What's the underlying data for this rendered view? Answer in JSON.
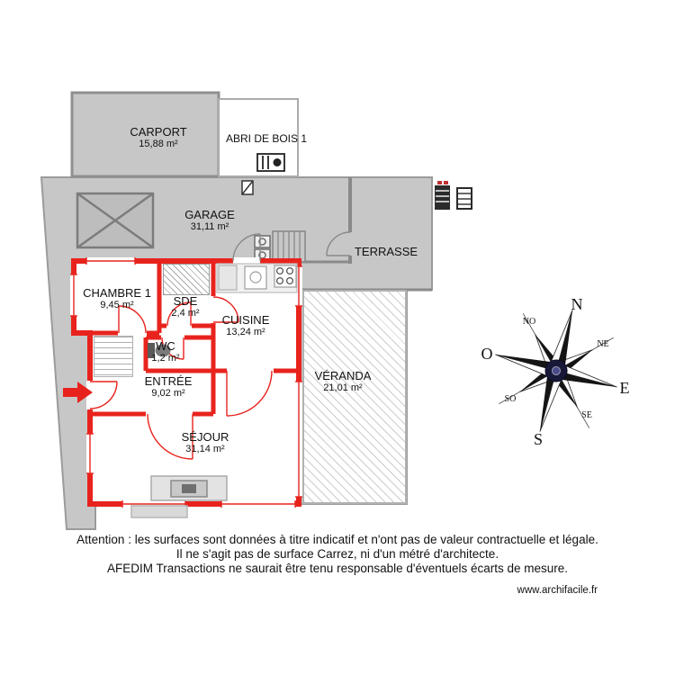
{
  "plan": {
    "rooms": [
      {
        "name": "CARPORT",
        "area": "15,88 m²"
      },
      {
        "name": "ABRI DE BOIS 1",
        "area": ""
      },
      {
        "name": "GARAGE",
        "area": "31,11 m²"
      },
      {
        "name": "TERRASSE",
        "area": ""
      },
      {
        "name": "CHAMBRE 1",
        "area": "9,45 m²"
      },
      {
        "name": "SDE",
        "area": "2,4 m²"
      },
      {
        "name": "CUISINE",
        "area": "13,24 m²"
      },
      {
        "name": "WC",
        "area": "1,2 m²"
      },
      {
        "name": "ENTRÉE",
        "area": "9,02 m²"
      },
      {
        "name": "SÉJOUR",
        "area": "31,14 m²"
      },
      {
        "name": "VÉRANDA",
        "area": "21,01 m²"
      }
    ]
  },
  "compass": {
    "n": "N",
    "ne": "NE",
    "e": "E",
    "se": "SE",
    "s": "S",
    "so": "SO",
    "o": "O",
    "no": "NO"
  },
  "disclaimer": {
    "line1": "Attention : les surfaces sont données à titre indicatif et n'ont pas de valeur contractuelle et légale.",
    "line2": "Il ne s'agit pas de surface Carrez, ni d'un métré d'architecte.",
    "line3": "AFEDIM Transactions ne saurait être tenu responsable d'éventuels écarts de mesure."
  },
  "credit": "www.archifacile.fr",
  "colors": {
    "wall_red": "#e8231d",
    "land_gray": "#c7c7c7",
    "hatch_gray": "#cdcdcd",
    "compass_center": "#181838"
  }
}
